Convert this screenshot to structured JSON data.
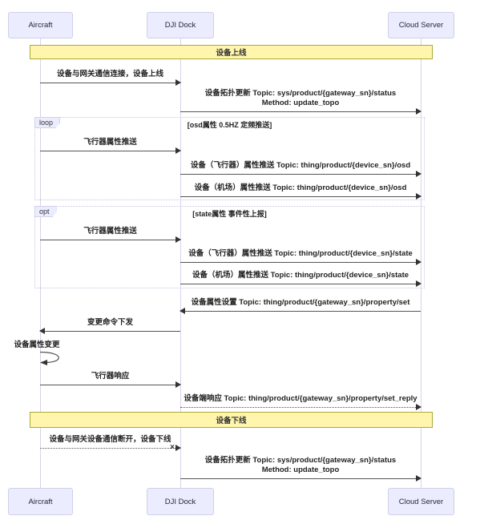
{
  "diagram": {
    "title": "DJI device online/offline sequence diagram",
    "actors": [
      {
        "id": "aircraft",
        "label": "Aircraft"
      },
      {
        "id": "dji-dock",
        "label": "DJI Dock"
      },
      {
        "id": "cloud-server",
        "label": "Cloud Server"
      }
    ],
    "banners": [
      {
        "label": "设备上线"
      },
      {
        "label": "设备下线"
      }
    ],
    "fragments": [
      {
        "type": "loop",
        "condition": "[osd属性 0.5HZ 定频推送]"
      },
      {
        "type": "opt",
        "condition": "[state属性 事件性上报]"
      }
    ],
    "messages": [
      {
        "from": "Aircraft",
        "to": "DJI Dock",
        "style": "solid",
        "text": "设备与网关通信连接，设备上线"
      },
      {
        "from": "DJI Dock",
        "to": "Cloud Server",
        "style": "solid",
        "text": "设备拓扑更新 Topic: sys/product/{gateway_sn}/status",
        "text2": "Method: update_topo"
      },
      {
        "from": "Aircraft",
        "to": "DJI Dock",
        "style": "solid",
        "text": "飞行器属性推送"
      },
      {
        "from": "DJI Dock",
        "to": "Cloud Server",
        "style": "solid",
        "text": "设备（飞行器）属性推送 Topic: thing/product/{device_sn}/osd"
      },
      {
        "from": "DJI Dock",
        "to": "Cloud Server",
        "style": "solid",
        "text": "设备（机场）属性推送 Topic: thing/product/{device_sn}/osd"
      },
      {
        "from": "Aircraft",
        "to": "DJI Dock",
        "style": "solid",
        "text": "飞行器属性推送"
      },
      {
        "from": "DJI Dock",
        "to": "Cloud Server",
        "style": "solid",
        "text": "设备（飞行器）属性推送 Topic: thing/product/{device_sn}/state"
      },
      {
        "from": "DJI Dock",
        "to": "Cloud Server",
        "style": "solid",
        "text": "设备（机场）属性推送 Topic: thing/product/{device_sn}/state"
      },
      {
        "from": "Cloud Server",
        "to": "DJI Dock",
        "style": "solid",
        "text": "设备属性设置 Topic: thing/product/{gateway_sn}/property/set"
      },
      {
        "from": "DJI Dock",
        "to": "Aircraft",
        "style": "solid",
        "text": "变更命令下发"
      },
      {
        "from": "Aircraft",
        "to": "Aircraft",
        "style": "self",
        "text": "设备属性变更"
      },
      {
        "from": "Aircraft",
        "to": "DJI Dock",
        "style": "solid",
        "text": "飞行器响应"
      },
      {
        "from": "DJI Dock",
        "to": "Cloud Server",
        "style": "dotted",
        "text": "设备端响应 Topic: thing/product/{gateway_sn}/property/set_reply"
      },
      {
        "from": "Aircraft",
        "to": "DJI Dock",
        "style": "dotted-cross",
        "text": "设备与网关设备通信断开，设备下线"
      },
      {
        "from": "DJI Dock",
        "to": "Cloud Server",
        "style": "solid",
        "text": "设备拓扑更新 Topic: sys/product/{gateway_sn}/status",
        "text2": "Method: update_topo"
      }
    ],
    "colors": {
      "actor_fill": "#ECECFF",
      "actor_border": "#CFCFE8",
      "banner_fill": "#FFF5AD",
      "banner_border": "#AAAA33",
      "lifeline": "#D8D2E8",
      "fragment_border": "#C9C4E0",
      "message_line": "#555555",
      "arrowhead": "#333333",
      "text": "#222222"
    }
  }
}
